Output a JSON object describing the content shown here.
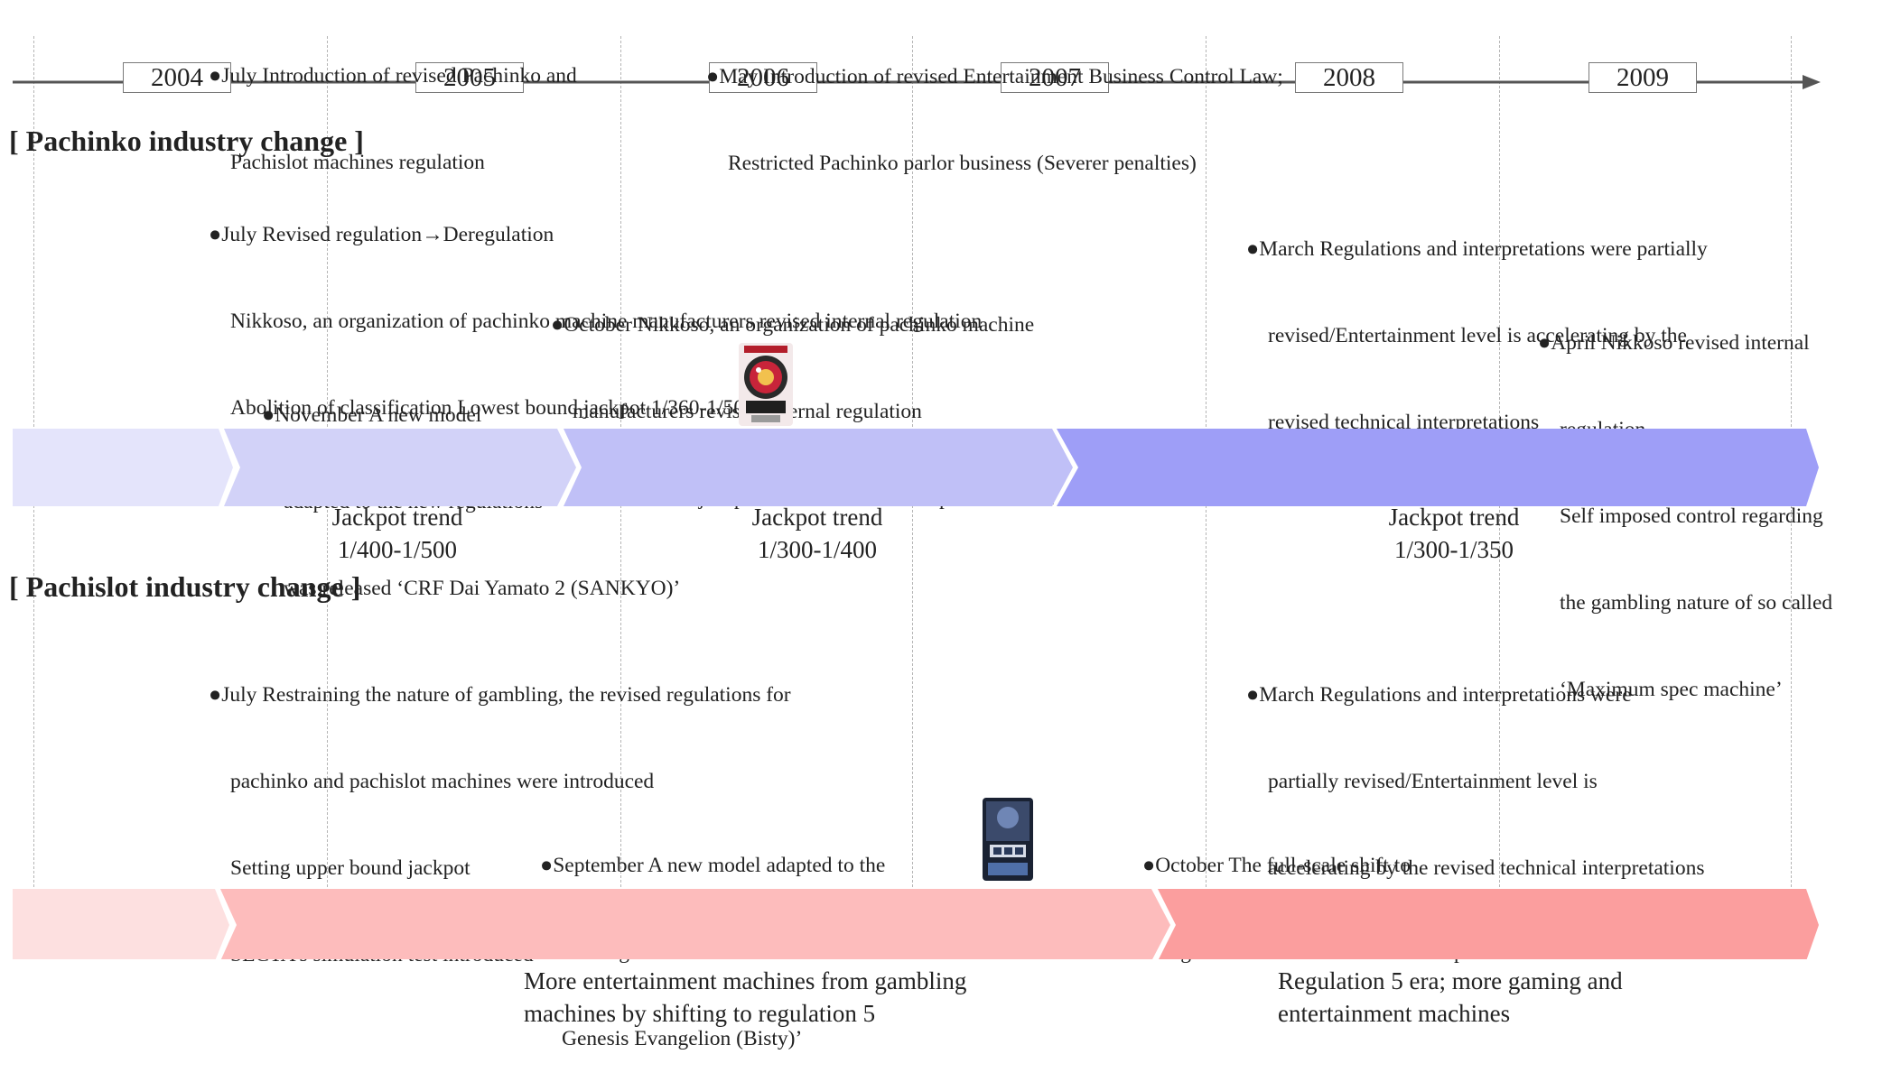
{
  "timeline": {
    "years": [
      "2004",
      "2005",
      "2006",
      "2007",
      "2008",
      "2009"
    ]
  },
  "top_events": [
    {
      "lines": [
        "July Introduction of revised Pachinko and",
        "Pachislot machines regulation"
      ]
    },
    {
      "lines": [
        "May Introduction of revised Entertainment Business Control Law;",
        "Restricted Pachinko parlor business (Severer penalties)"
      ]
    }
  ],
  "pachinko": {
    "title": "[ Pachinko industry change ]",
    "events": [
      {
        "lines": [
          "July Revised regulation→Deregulation",
          "Nikkoso, an organization of pachinko machine manufacturers revised internal regulation",
          "Abolition of classification Lowest bound jackpot 1/360-1/500"
        ]
      },
      {
        "lines": [
          "October Nikkoso, an organization of pachinko machine",
          "manufacturers revised internal regulation",
          "Lowest bound jackpot 1/500-1/400 Self-imposed control"
        ]
      },
      {
        "lines": [
          "November A new model",
          "adapted to the new regulations",
          "was released ‘CRF Dai Yamato 2 (SANKYO)’"
        ]
      },
      {
        "lines": [
          "March Regulations and interpretations were partially",
          "revised/Entertainment level is accelerating by the",
          "revised technical interpretations"
        ]
      },
      {
        "lines": [
          "April Nikkoso revised internal",
          "regulation.",
          "Self imposed control regarding",
          "the gambling nature of so called",
          "‘Maximum spec machine’"
        ]
      }
    ],
    "bands": [
      {
        "lines": [
          "",
          ""
        ]
      },
      {
        "lines": [
          "Jackpot trend",
          "1/400-1/500"
        ]
      },
      {
        "lines": [
          "Jackpot trend",
          "1/300-1/400"
        ]
      },
      {
        "lines": [
          "Jackpot trend",
          "1/300-1/350"
        ]
      }
    ]
  },
  "pachislot": {
    "title": "[ Pachislot industry change ]",
    "events": [
      {
        "lines": [
          "July Restraining the nature of gambling, the revised regulations for",
          "pachinko and pachislot machines were introduced",
          "Setting upper bound jackpot",
          "SECTA’s simulation test introduced"
        ]
      },
      {
        "lines": [
          "March Regulations and interpretations were",
          "partially revised/Entertainment level is",
          "accelerating by the revised technical interpretations"
        ]
      },
      {
        "lines": [
          "September A new model adapted to the",
          "new regulations was released ‘Neon",
          "Genesis Evangelion (Bisty)’"
        ]
      },
      {
        "lines": [
          "October The full-scale shift to",
          "regulation five machines was completed"
        ]
      }
    ],
    "bands": [
      {
        "lines": [
          "",
          ""
        ]
      },
      {
        "lines": [
          "More entertainment machines from gambling",
          "machines by shifting to regulation 5"
        ]
      },
      {
        "lines": [
          "Regulation 5 era; more gaming and",
          "entertainment machines"
        ]
      }
    ]
  },
  "bullet_symbol": "●",
  "colors": {
    "pachinko_band_1": "#e4e4fb",
    "pachinko_band_2": "#d2d2f8",
    "pachinko_band_3": "#c0c0f7",
    "pachinko_band_4": "#9e9ef7",
    "pachislot_band_1": "#fde0e0",
    "pachislot_band_2": "#fdbcbc",
    "pachislot_band_3": "#fb9e9e"
  }
}
